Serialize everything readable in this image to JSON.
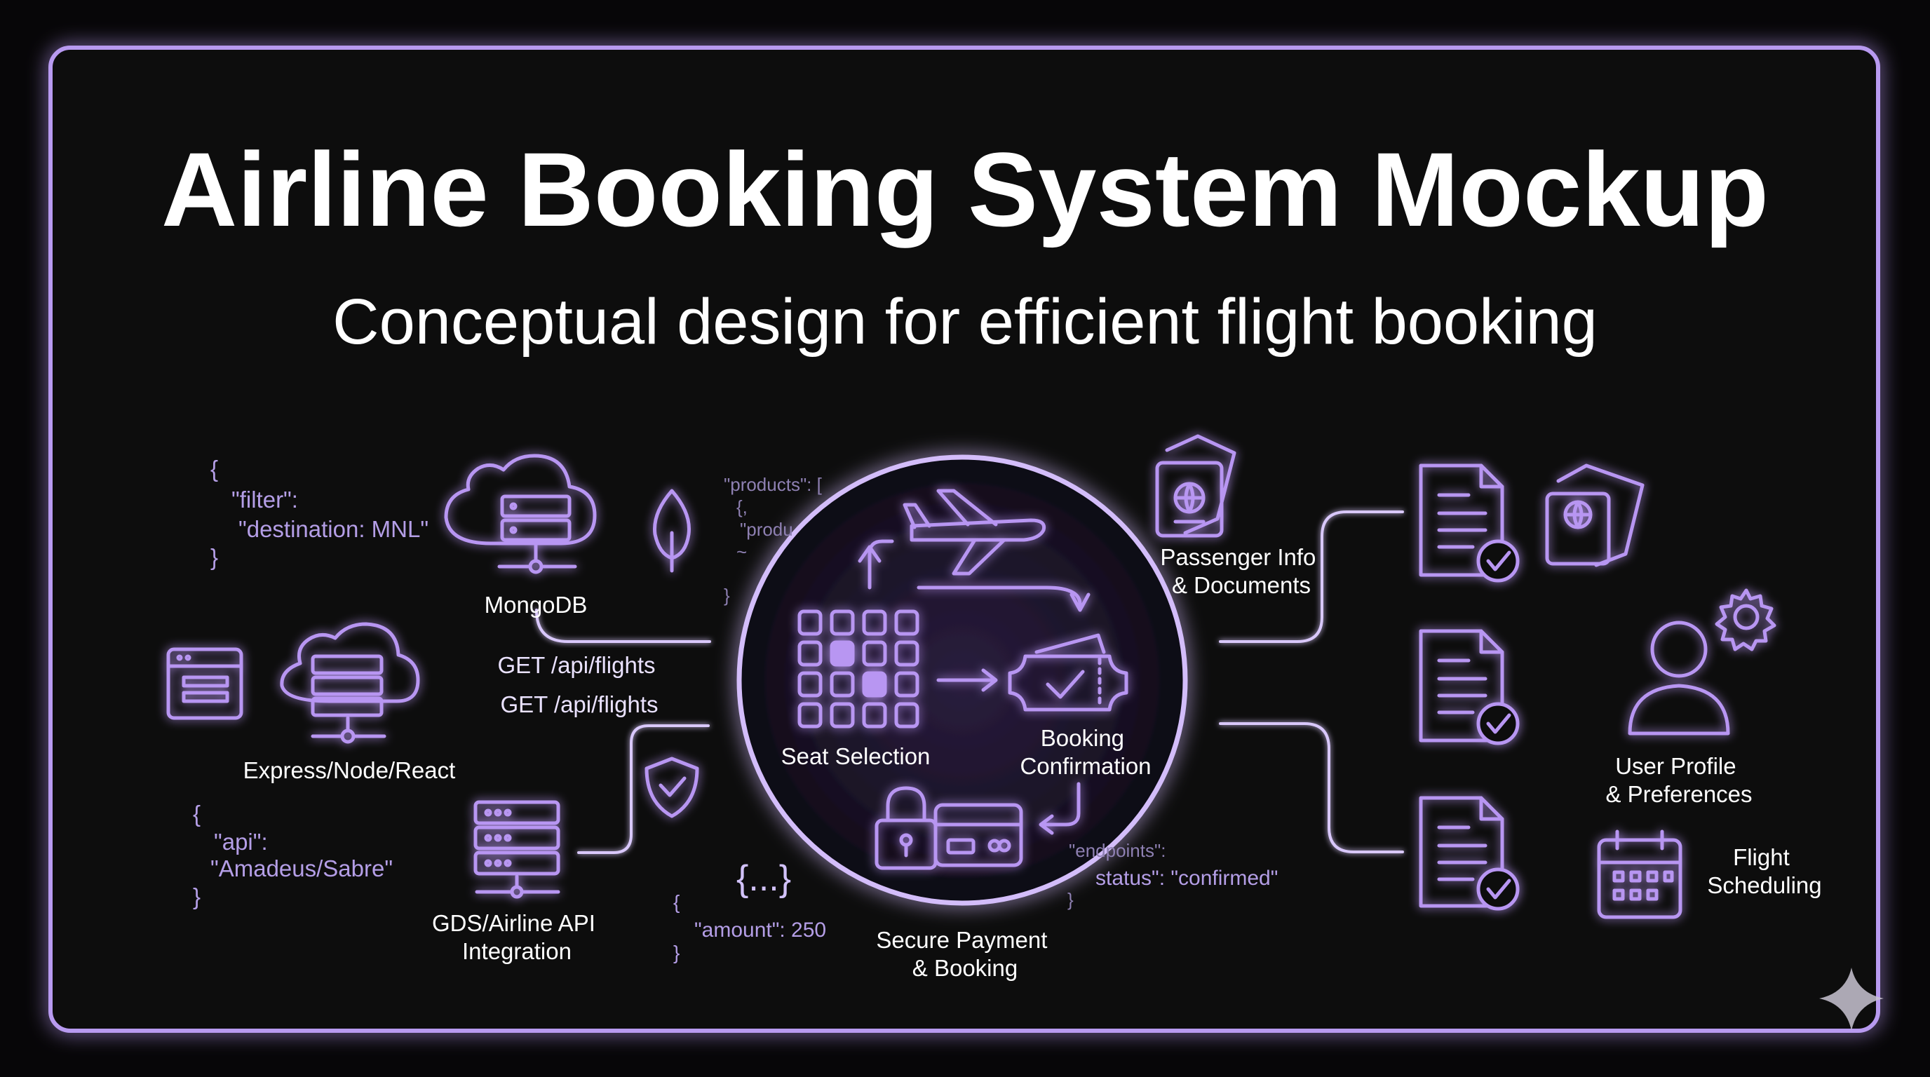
{
  "title": "Airline Booking System Mockup",
  "subtitle": "Conceptual design for efficient flight booking",
  "nodes": {
    "mongodb": "MongoDB",
    "express": "Express/Node/React",
    "gds": "GDS/Airline API Integration",
    "seat_selection": "Seat Selection",
    "booking_confirmation": "Booking Confirmation",
    "secure_payment": "Secure Payment & Booking",
    "passenger_info": "Passenger Info & Documents",
    "user_profile": "User Profile & Preferences",
    "flight_scheduling": "Flight Scheduling"
  },
  "api_labels": [
    "GET /api/flights",
    "GET /api/flights"
  ],
  "code_snippets": {
    "filter": [
      "{",
      "\"filter\":",
      "\"destination: MNL\"",
      "}"
    ],
    "api": [
      "{",
      "\"api\":",
      "\"Amadeus/Sabre\"",
      "}"
    ],
    "amount": [
      "{...}",
      "{",
      "\"amount\": 250",
      "}"
    ],
    "products": [
      "\"products\": [",
      "{,",
      "\"produ",
      "~",
      "}"
    ],
    "endpoints": [
      "\"endpoints\":",
      "status\": \"confirmed\"",
      "}"
    ]
  },
  "colors": {
    "background": "#070608",
    "accent": "#b896f2",
    "frame": "#b89af0",
    "line": "#d9c8fb",
    "text": "#ffffff"
  },
  "icons": {
    "sparkle": "sparkle-icon"
  }
}
